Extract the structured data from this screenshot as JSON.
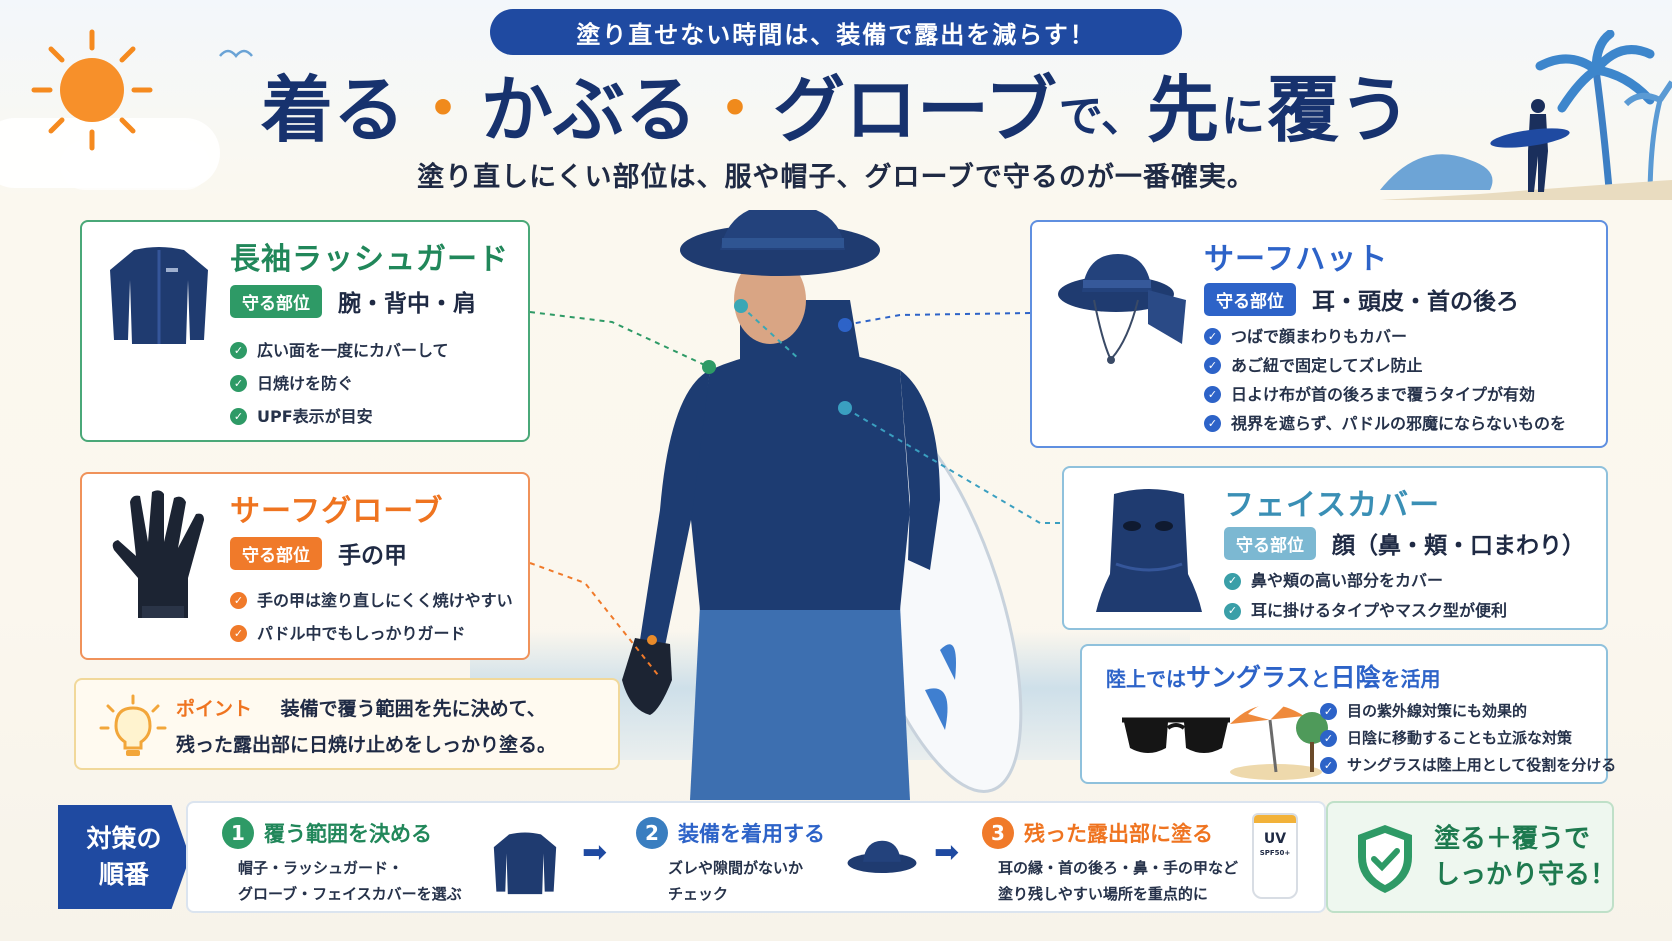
{
  "banner": "塗り直せない時間は、装備で露出を減らす！",
  "title": {
    "w1": "着る",
    "sep1": "・",
    "w2": "かぶる",
    "sep2": "・",
    "w3": "グローブ",
    "w4": "で、",
    "w5": "先",
    "w6": "に",
    "w7": "覆う"
  },
  "subtitle": "塗り直しにくい部位は、服や帽子、グローブで守るのが一番確実。",
  "rashguard": {
    "title": "長袖ラッシュガード",
    "badge": "守る部位",
    "parts": "腕・背中・肩",
    "items": [
      "広い面を一度にカバーして",
      "日焼けを防ぐ",
      "UPF表示が目安"
    ]
  },
  "glove": {
    "title": "サーフグローブ",
    "badge": "守る部位",
    "parts": "手の甲",
    "items": [
      "手の甲は塗り直しにくく焼けやすい",
      "パドル中でもしっかりガード"
    ]
  },
  "point": {
    "label": "ポイント",
    "line1": "装備で覆う範囲を先に決めて、",
    "line2": "残った露出部に日焼け止めをしっかり塗る。"
  },
  "hat": {
    "title": "サーフハット",
    "badge": "守る部位",
    "parts": "耳・頭皮・首の後ろ",
    "items": [
      "つばで顔まわりもカバー",
      "あご紐で固定してズレ防止",
      "日よけ布が首の後ろまで覆うタイプが有効",
      "視界を遮らず、パドルの邪魔にならないものを"
    ]
  },
  "facecover": {
    "title": "フェイスカバー",
    "badge": "守る部位",
    "parts": "顔（鼻・頬・口まわり）",
    "items": [
      "鼻や頬の高い部分をカバー",
      "耳に掛けるタイプやマスク型が便利"
    ]
  },
  "land": {
    "title_a": "陸上では",
    "title_b": "サングラス",
    "title_c": "と",
    "title_d": "日陰",
    "title_e": "を活用",
    "items": [
      "目の紫外線対策にも効果的",
      "日陰に移動することも立派な対策",
      "サングラスは陸上用として役割を分ける"
    ]
  },
  "steps": {
    "label_line1": "対策の",
    "label_line2": "順番",
    "items": [
      {
        "num": "1",
        "title": "覆う範囲を決める",
        "desc1": "帽子・ラッシュガード・",
        "desc2": "グローブ・フェイスカバーを選ぶ"
      },
      {
        "num": "2",
        "title": "装備を着用する",
        "desc1": "ズレや隙間がないか",
        "desc2": "チェック"
      },
      {
        "num": "3",
        "title": "残った露出部に塗る",
        "desc1": "耳の縁・首の後ろ・鼻・手の甲など",
        "desc2": "塗り残しやすい場所を重点的に"
      }
    ],
    "uv_label": "UV",
    "uv_sub": "SPF50+",
    "final_line1": "塗る＋覆うで",
    "final_line2": "しっかり守る！"
  },
  "colors": {
    "navy": "#1f4aa1",
    "green": "#2e9a66",
    "orange": "#f07a2a",
    "blue": "#2d63c8",
    "teal": "#7cb8d2",
    "accent_dot": "#f08a1c"
  },
  "icons": [
    "sun-icon",
    "bird-icon",
    "palm-tree-icon",
    "surfer-silhouette-icon",
    "rashguard-icon",
    "glove-icon",
    "lightbulb-icon",
    "hat-icon",
    "face-cover-icon",
    "sunglasses-icon",
    "beach-umbrella-icon",
    "check-icon",
    "arrow-right-icon",
    "sunscreen-icon",
    "shield-check-icon"
  ]
}
